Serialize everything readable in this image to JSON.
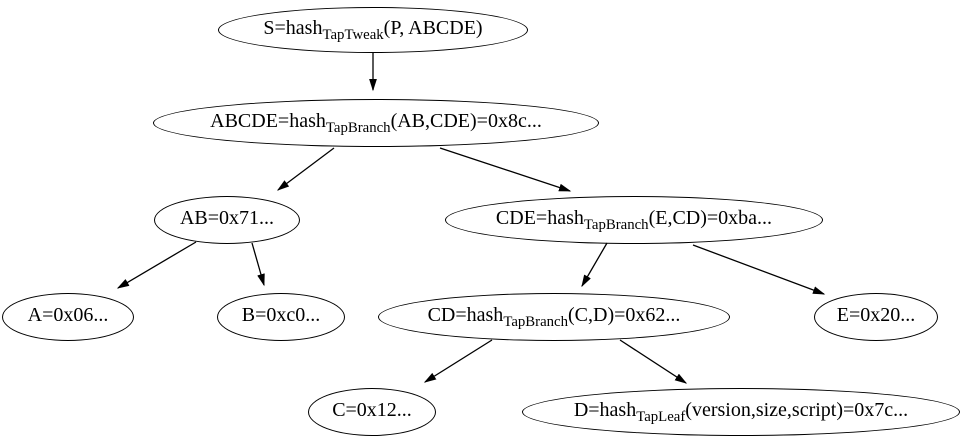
{
  "diagram": {
    "type": "tree",
    "description": "Taproot hash tree: tweak of internal key P with merkle root ABCDE built from TapBranch/TapLeaf hashes",
    "colors": {
      "background": "#ffffff",
      "node_stroke": "#000000",
      "edge_stroke": "#000000",
      "text": "#000000"
    },
    "nodes": {
      "s": {
        "id": "S",
        "pre": "S=hash",
        "sub": "TapTweak",
        "post": "(P, ABCDE)"
      },
      "abcde": {
        "id": "ABCDE",
        "pre": "ABCDE=hash",
        "sub": "TapBranch",
        "post": "(AB,CDE)=0x8c..."
      },
      "ab": {
        "id": "AB",
        "pre": "AB=0x71...",
        "sub": "",
        "post": ""
      },
      "cde": {
        "id": "CDE",
        "pre": "CDE=hash",
        "sub": "TapBranch",
        "post": "(E,CD)=0xba..."
      },
      "a": {
        "id": "A",
        "pre": "A=0x06...",
        "sub": "",
        "post": ""
      },
      "b": {
        "id": "B",
        "pre": "B=0xc0...",
        "sub": "",
        "post": ""
      },
      "cd": {
        "id": "CD",
        "pre": "CD=hash",
        "sub": "TapBranch",
        "post": "(C,D)=0x62..."
      },
      "e": {
        "id": "E",
        "pre": "E=0x20...",
        "sub": "",
        "post": ""
      },
      "c": {
        "id": "C",
        "pre": "C=0x12...",
        "sub": "",
        "post": ""
      },
      "d": {
        "id": "D",
        "pre": "D=hash",
        "sub": "TapLeaf",
        "post": "(version,size,script)=0x7c..."
      }
    },
    "edges": [
      {
        "from": "S",
        "to": "ABCDE"
      },
      {
        "from": "ABCDE",
        "to": "AB"
      },
      {
        "from": "ABCDE",
        "to": "CDE"
      },
      {
        "from": "AB",
        "to": "A"
      },
      {
        "from": "AB",
        "to": "B"
      },
      {
        "from": "CDE",
        "to": "CD"
      },
      {
        "from": "CDE",
        "to": "E"
      },
      {
        "from": "CD",
        "to": "C"
      },
      {
        "from": "CD",
        "to": "D"
      }
    ]
  }
}
